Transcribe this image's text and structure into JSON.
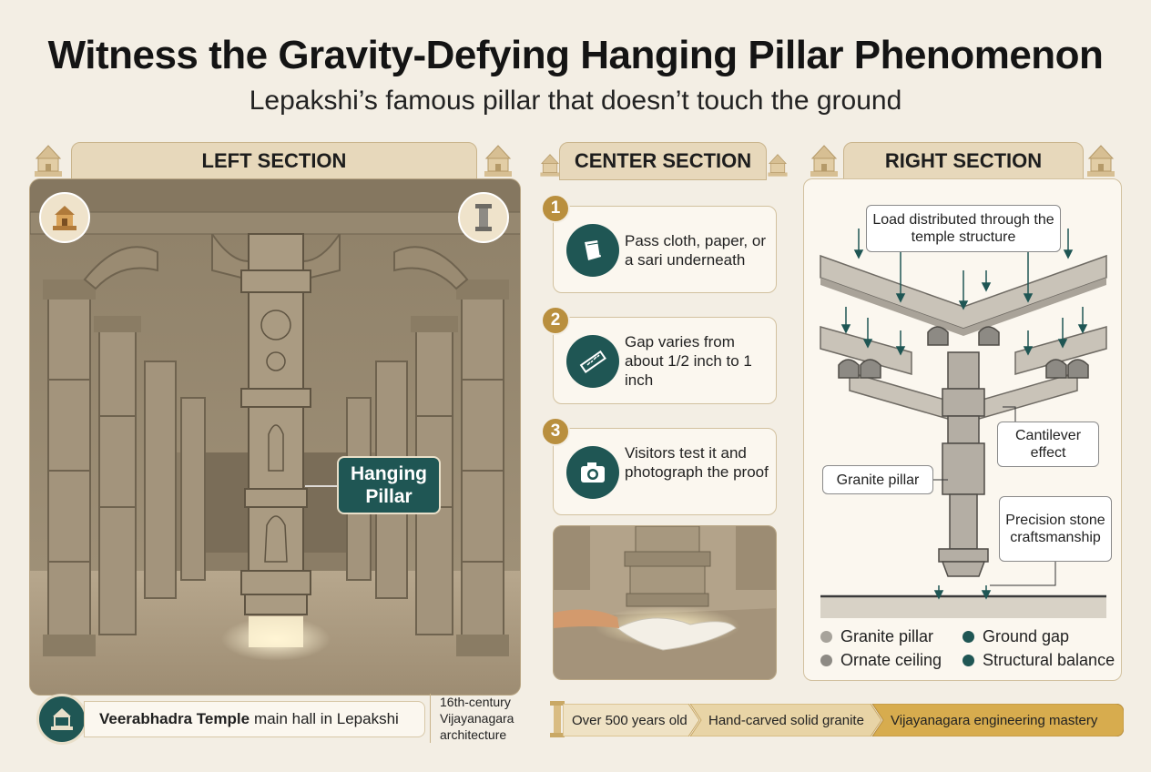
{
  "title": "Witness the Gravity-Defying Hanging Pillar Phenomenon",
  "subtitle": "Lepakshi’s famous pillar that doesn’t touch the ground",
  "sections": {
    "left": "LEFT SECTION",
    "center": "CENTER SECTION",
    "right": "RIGHT SECTION"
  },
  "left": {
    "callout": "Hanging Pillar",
    "caption_bold": "Veerabhadra Temple",
    "caption_rest": "main hall in Lepakshi",
    "era": "16th-century Vijayanagara architecture",
    "icons": [
      "temple-icon",
      "pillar-icon"
    ]
  },
  "steps": [
    {
      "number": "1",
      "text": "Pass cloth, paper, or a sari underneath",
      "icon": "cloth-icon"
    },
    {
      "number": "2",
      "text": "Gap varies from about 1/2 inch to 1 inch",
      "icon": "ruler-icon"
    },
    {
      "number": "3",
      "text": "Visitors test it and photograph the proof",
      "icon": "camera-icon"
    }
  ],
  "diagram": {
    "load_label": "Load distributed through the temple structure",
    "cantilever_label": "Cantilever effect",
    "granite_label": "Granite pillar",
    "precision_label": "Precision stone craftsmanship",
    "legend": [
      {
        "label": "Granite pillar",
        "color": "#a7a39b"
      },
      {
        "label": "Ground gap",
        "color": "#1f5654"
      },
      {
        "label": "Ornate ceiling",
        "color": "#8d8a84"
      },
      {
        "label": "Structural balance",
        "color": "#1f5654"
      }
    ]
  },
  "ribbon": {
    "items": [
      "Over 500 years old",
      "Hand-carved solid granite",
      "Vijayanagara engineering mastery"
    ]
  },
  "colors": {
    "accent_teal": "#1f5654",
    "gold": "#b98f3e",
    "sand": "#e7d8bb"
  }
}
